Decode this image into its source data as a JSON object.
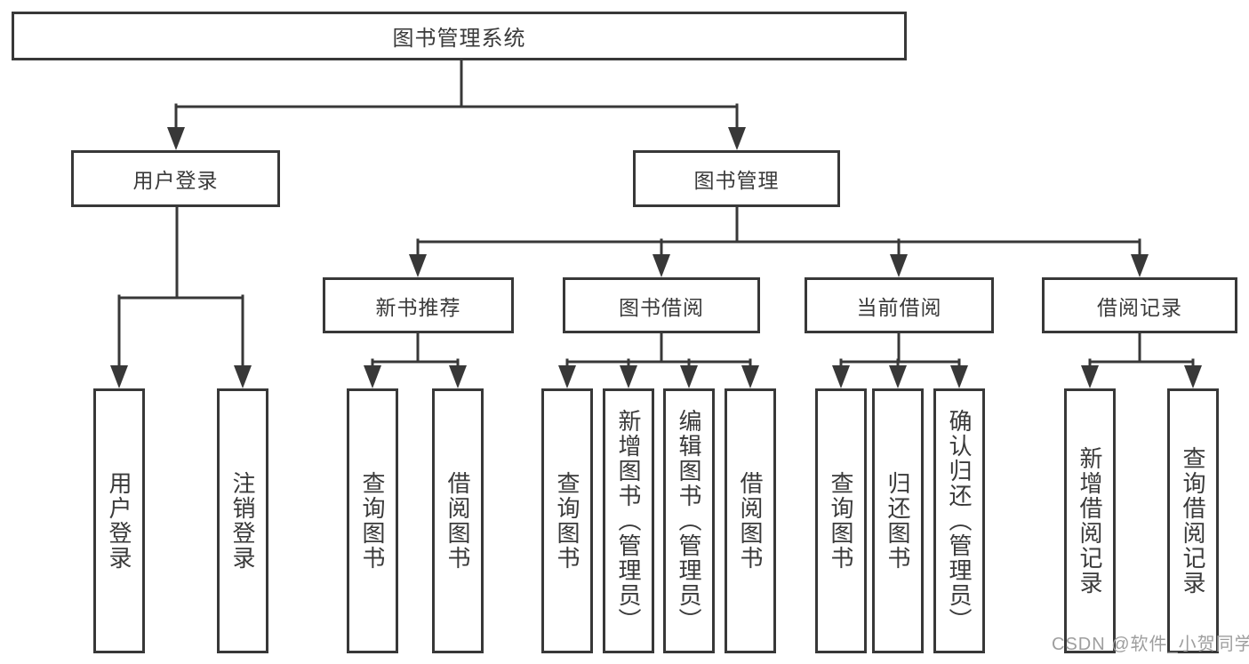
{
  "diagram": {
    "root": {
      "label": "图书管理系统"
    },
    "level2": {
      "user_login": {
        "label": "用户登录"
      },
      "book_mgmt": {
        "label": "图书管理"
      }
    },
    "level3": {
      "new_book_rec": {
        "label": "新书推荐"
      },
      "book_borrow": {
        "label": "图书借阅"
      },
      "current_borrow": {
        "label": "当前借阅"
      },
      "borrow_records": {
        "label": "借阅记录"
      }
    },
    "leaves": {
      "user_login": {
        "label": "用户登录"
      },
      "logout": {
        "label": "注销登录"
      },
      "rec_query_books": {
        "label": "查询图书"
      },
      "rec_borrow_books": {
        "label": "借阅图书"
      },
      "borrow_query_books": {
        "label": "查询图书"
      },
      "borrow_add_books": {
        "label": "新增图书（管理员）"
      },
      "borrow_edit_books": {
        "label": "编辑图书（管理员）"
      },
      "borrow_borrow_books": {
        "label": "借阅图书"
      },
      "current_query_books": {
        "label": "查询图书"
      },
      "current_return_books": {
        "label": "归还图书"
      },
      "current_confirm_return": {
        "label": "确认归还（管理员）"
      },
      "records_add_record": {
        "label": "新增借阅记录"
      },
      "records_query_record": {
        "label": "查询借阅记录"
      }
    }
  },
  "watermark": {
    "label": "CSDN @软件_小贺同学"
  },
  "colors": {
    "line": "#383838",
    "text": "#3a3a3a",
    "watermark": "#9e9e9e",
    "background": "#ffffff"
  }
}
